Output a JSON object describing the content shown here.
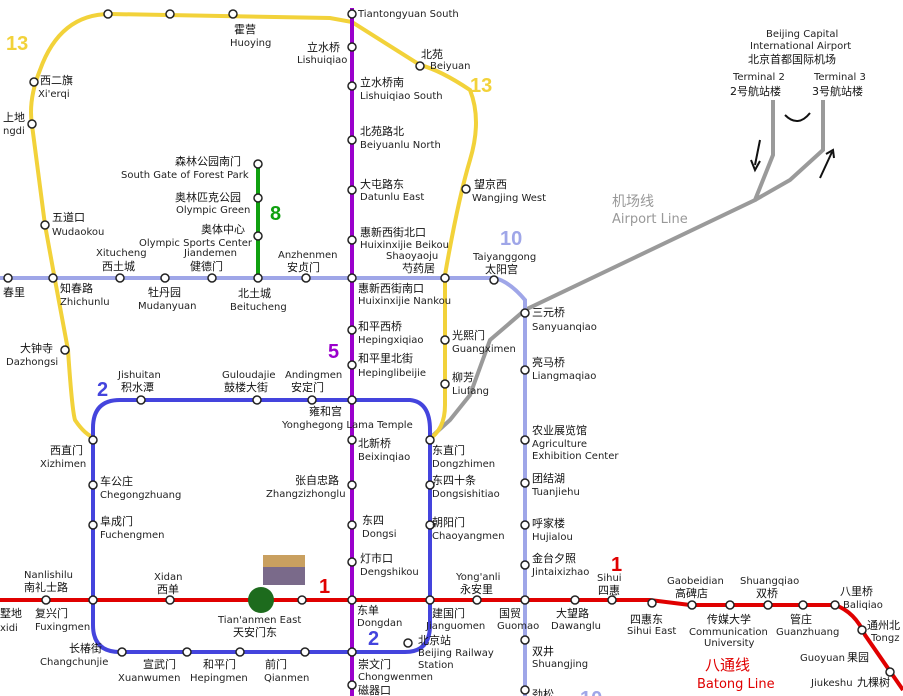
{
  "lines": [
    {
      "id": "1",
      "label": "1",
      "color": "#e00000"
    },
    {
      "id": "2",
      "label": "2",
      "color": "#4444dd"
    },
    {
      "id": "5",
      "label": "5",
      "color": "#9a00cc"
    },
    {
      "id": "8",
      "label": "8",
      "color": "#10a010"
    },
    {
      "id": "10",
      "label": "10",
      "color": "#9fa6e8"
    },
    {
      "id": "13",
      "label": "13",
      "color": "#f2d23a"
    },
    {
      "id": "airport",
      "label_cn": "机场线",
      "label_en": "Airport Line",
      "color": "#999999"
    },
    {
      "id": "batong",
      "label_cn": "八通线",
      "label_en": "Batong Line",
      "color": "#e00000"
    }
  ],
  "airport": {
    "en1": "Beijing Capital",
    "en2": "International Airport",
    "cn": "北京首都国际机场"
  },
  "stations": [
    {
      "id": "tiantongyuan_s",
      "en": "Tiantongyuan South",
      "cn": ""
    },
    {
      "id": "lishuiqiao",
      "cn": "立水桥",
      "en": "Lishuiqiao"
    },
    {
      "id": "lishuiqiao_s",
      "cn": "立水桥南",
      "en": "Lishuiqiao South"
    },
    {
      "id": "beiyuan",
      "cn": "北苑",
      "en": "Beiyuan"
    },
    {
      "id": "beiyuanlu_n",
      "cn": "北苑路北",
      "en": "Beiyuanlu North"
    },
    {
      "id": "huoying",
      "cn": "霍营",
      "en": "Huoying"
    },
    {
      "id": "xierqi",
      "cn": "西二旗",
      "en": "Xi'erqi"
    },
    {
      "id": "shangdi",
      "cn": "上地",
      "en": "ngdi"
    },
    {
      "id": "datunlu_e",
      "cn": "大屯路东",
      "en": "Datunlu East"
    },
    {
      "id": "forest_s",
      "cn": "森林公园南门",
      "en": "South Gate of Forest Park"
    },
    {
      "id": "olympic_green",
      "cn": "奥林匹克公园",
      "en": "Olympic Green"
    },
    {
      "id": "olympic_sc",
      "cn": "奥体中心",
      "en": "Olympic Sports Center"
    },
    {
      "id": "wangjing_w",
      "cn": "望京西",
      "en": "Wangjing West"
    },
    {
      "id": "wudaokou",
      "cn": "五道口",
      "en": "Wudaokou"
    },
    {
      "id": "huixinxijie_bk",
      "cn": "惠新西街北口",
      "en": "Huixinxijie Beikou"
    },
    {
      "id": "shaoyaoju",
      "cn": "芍药居",
      "en": "Shaoyaoju"
    },
    {
      "id": "taiyanggong",
      "cn": "太阳宫",
      "en": "Taiyanggong"
    },
    {
      "id": "xitucheng",
      "cn": "西土城",
      "en": "Xitucheng"
    },
    {
      "id": "jiandemen",
      "cn": "健德门",
      "en": "Jiandemen"
    },
    {
      "id": "anzhenmen",
      "cn": "安贞门",
      "en": "Anzhenmen"
    },
    {
      "id": "chunli",
      "cn": "春里",
      "en": ""
    },
    {
      "id": "zhichunlu",
      "cn": "知春路",
      "en": "Zhichunlu"
    },
    {
      "id": "mudanyuan",
      "cn": "牡丹园",
      "en": "Mudanyuan"
    },
    {
      "id": "beitucheng",
      "cn": "北土城",
      "en": "Beitucheng"
    },
    {
      "id": "huixinxijie_nk",
      "cn": "惠新西街南口",
      "en": "Huixinxijie Nankou"
    },
    {
      "id": "sanyuanqiao",
      "cn": "三元桥",
      "en": "Sanyuanqiao"
    },
    {
      "id": "hepingxiqiao",
      "cn": "和平西桥",
      "en": "Hepingxiqiao"
    },
    {
      "id": "guangximen",
      "cn": "光熙门",
      "en": "Guangximen"
    },
    {
      "id": "dazhongsi",
      "cn": "大钟寺",
      "en": "Dazhongsi"
    },
    {
      "id": "hepinglibeijie",
      "cn": "和平里北街",
      "en": "Hepinglibeijie"
    },
    {
      "id": "liangmaqiao",
      "cn": "亮马桥",
      "en": "Liangmaqiao"
    },
    {
      "id": "jishuitan",
      "cn": "积水潭",
      "en": "Jishuitan"
    },
    {
      "id": "guloudajie",
      "cn": "鼓楼大街",
      "en": "Guloudajie"
    },
    {
      "id": "andingmen",
      "cn": "安定门",
      "en": "Andingmen"
    },
    {
      "id": "liufang",
      "cn": "柳芳",
      "en": "Liufang"
    },
    {
      "id": "yonghegong",
      "cn": "雍和宫",
      "en": "Yonghegong Lama Temple"
    },
    {
      "id": "agri",
      "cn": "农业展览馆",
      "en1": "Agriculture",
      "en2": "Exhibition Center"
    },
    {
      "id": "xizhimen",
      "cn": "西直门",
      "en": "Xizhimen"
    },
    {
      "id": "beixinqiao",
      "cn": "北新桥",
      "en": "Beixinqiao"
    },
    {
      "id": "dongzhimen",
      "cn": "东直门",
      "en": "Dongzhimen"
    },
    {
      "id": "chegongzhuang",
      "cn": "车公庄",
      "en": "Chegongzhuang"
    },
    {
      "id": "zhangzizhonglu",
      "cn": "张自忠路",
      "en": "Zhangzizhonglu"
    },
    {
      "id": "dongsishitiao",
      "cn": "东四十条",
      "en": "Dongsishitiao"
    },
    {
      "id": "tuanjiehu",
      "cn": "团结湖",
      "en": "Tuanjiehu"
    },
    {
      "id": "fuchengmen",
      "cn": "阜成门",
      "en": "Fuchengmen"
    },
    {
      "id": "dongsi",
      "cn": "东四",
      "en": "Dongsi"
    },
    {
      "id": "chaoyangmen",
      "cn": "朝阳门",
      "en": "Chaoyangmen"
    },
    {
      "id": "hujialou",
      "cn": "呼家楼",
      "en": "Hujialou"
    },
    {
      "id": "dengshikou",
      "cn": "灯市口",
      "en": "Dengshikou"
    },
    {
      "id": "jintaixizhao",
      "cn": "金台夕照",
      "en": "Jintaixizhao"
    },
    {
      "id": "nanlishilu",
      "cn": "南礼士路",
      "en": "Nanlishilu"
    },
    {
      "id": "xidan",
      "cn": "西单",
      "en": "Xidan"
    },
    {
      "id": "yonganli",
      "cn": "永安里",
      "en": "Yong'anli"
    },
    {
      "id": "sihui",
      "cn": "四惠",
      "en": "Sihui"
    },
    {
      "id": "gaobeidian",
      "cn": "高碑店",
      "en": "Gaobeidian"
    },
    {
      "id": "shuangqiao",
      "cn": "双桥",
      "en": "Shuangqiao"
    },
    {
      "id": "baliqiao",
      "cn": "八里桥",
      "en": "Baliqiao"
    },
    {
      "id": "muxidi",
      "cn": "墅地",
      "en": "xidi"
    },
    {
      "id": "fuxingmen",
      "cn": "复兴门",
      "en": "Fuxingmen"
    },
    {
      "id": "tiananmen_e",
      "cn": "天安门东",
      "en": "Tian'anmen East"
    },
    {
      "id": "dongdan",
      "cn": "东单",
      "en": "Dongdan"
    },
    {
      "id": "jianguomen",
      "cn": "建国门",
      "en": "Jianguomen"
    },
    {
      "id": "guomao",
      "cn": "国贸",
      "en": "Guomao"
    },
    {
      "id": "dawanglu",
      "cn": "大望路",
      "en": "Dawanglu"
    },
    {
      "id": "sihui_e",
      "cn": "四惠东",
      "en": "Sihui East"
    },
    {
      "id": "cuc",
      "cn": "传媒大学",
      "en1": "Communication",
      "en2": "University"
    },
    {
      "id": "guanzhuang",
      "cn": "管庄",
      "en": "Guanzhuang"
    },
    {
      "id": "tongzhoubei",
      "cn": "通州北",
      "en": "Tongz"
    },
    {
      "id": "changchunjie",
      "cn": "长椿街",
      "en": "Changchunjie"
    },
    {
      "id": "xuanwumen",
      "cn": "宣武门",
      "en": "Xuanwumen"
    },
    {
      "id": "hepingmen",
      "cn": "和平门",
      "en": "Hepingmen"
    },
    {
      "id": "qianmen",
      "cn": "前门",
      "en": "Qianmen"
    },
    {
      "id": "chongwenmen",
      "cn": "崇文门",
      "en": "Chongwenmen"
    },
    {
      "id": "beijing_rs",
      "cn": "北京站",
      "en1": "Beijing Railway",
      "en2": "Station"
    },
    {
      "id": "shuangjing",
      "cn": "双井",
      "en": "Shuangjing"
    },
    {
      "id": "guoyuan",
      "cn": "果园",
      "en": "Guoyuan"
    },
    {
      "id": "jiukeshu",
      "cn": "九棵树",
      "en": "Jiukeshu"
    },
    {
      "id": "cigikou",
      "cn": "磁器口",
      "en": ""
    },
    {
      "id": "jinsong",
      "cn": "劲松",
      "en": ""
    }
  ],
  "terminals": [
    {
      "en": "Terminal 2",
      "cn": "2号航站楼"
    },
    {
      "en": "Terminal 3",
      "cn": "3号航站楼"
    }
  ]
}
